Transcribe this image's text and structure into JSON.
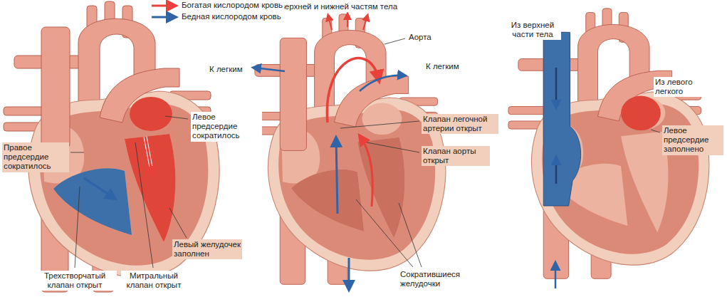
{
  "diagram": {
    "labels": [
      "Левое предсердие сократилось",
      "Правое предсердие сократилось",
      "Левый желудочек заполнен",
      "Трехстворчатый клапан открыт",
      "Митральный клапан открыт",
      "К верхней и нижней частям тела",
      "Аорта",
      "К легким",
      "К легким",
      "Клапан легочной артерии открыт",
      "Клапан аорты открыт",
      "Сократившиеся желудочки",
      "Из верхней части тела",
      "Из левого легкого",
      "Левое предсердие заполнено"
    ],
    "legend": [
      {
        "text": "Богатая кислородом кровь"
      },
      {
        "text": "Бедная кислородом кровь"
      }
    ]
  }
}
